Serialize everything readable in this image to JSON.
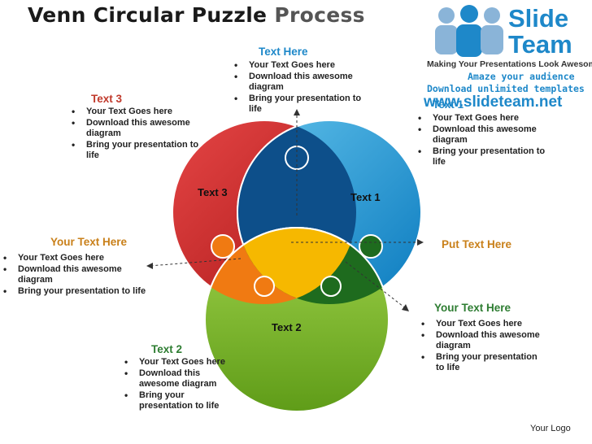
{
  "title": {
    "main": "Venn Circular Puzzle",
    "sub": "Process"
  },
  "logo": {
    "brand_line1": "Slide",
    "brand_line2": "Team",
    "tagline": "Making Your Presentations Look Awesome",
    "promo1": "Amaze your audience",
    "promo2": "Download unlimited templates",
    "url": "www.slideteam.net"
  },
  "colors": {
    "red": "#d12a2a",
    "blue": "#2a9fd6",
    "green": "#7bbf2a",
    "navy": "#0d4f8a",
    "orange": "#f07a12",
    "darkgreen": "#1e6b1e",
    "yellow": "#f6b800"
  },
  "pieces": {
    "p3": "Text 3",
    "p1": "Text 1",
    "p2": "Text 2"
  },
  "blocks": {
    "top": {
      "heading": "Text Here",
      "items": [
        "Your Text Goes here",
        "Download this awesome diagram",
        "Bring your presentation to life"
      ]
    },
    "text3": {
      "heading": "Text 3",
      "items": [
        "Your Text Goes here",
        "Download this awesome diagram",
        "Bring your presentation to life"
      ]
    },
    "text1": {
      "heading": "Text 1",
      "items": [
        "Your Text Goes here",
        "Download this awesome diagram",
        "Bring your presentation to life"
      ]
    },
    "left": {
      "heading": "Your Text Here",
      "items": [
        "Your Text Goes here",
        "Download this awesome diagram",
        "Bring your presentation to life"
      ]
    },
    "right_put": {
      "heading": "Put Text Here"
    },
    "bottom_right": {
      "heading": "Your Text Here",
      "items": [
        "Your Text Goes here",
        "Download this awesome diagram",
        "Bring your presentation to life"
      ]
    },
    "text2": {
      "heading": "Text 2",
      "items": [
        "Your Text Goes here",
        "Download this awesome diagram",
        "Bring your presentation to life"
      ]
    }
  },
  "footer": {
    "logo": "Your Logo"
  }
}
